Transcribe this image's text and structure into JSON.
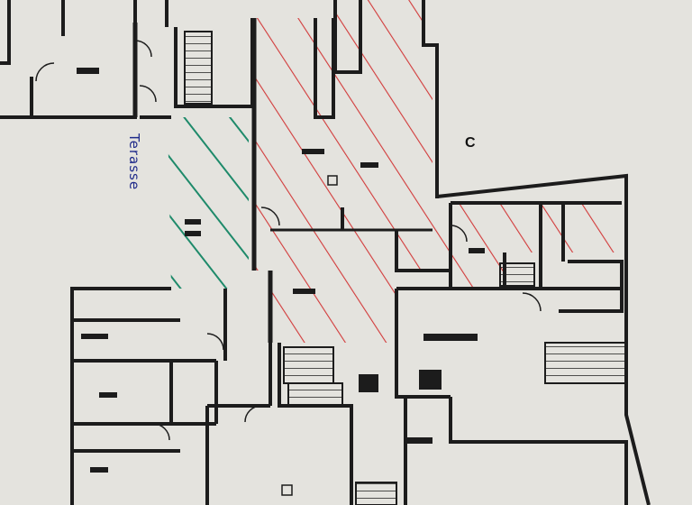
{
  "plan": {
    "annotations": {
      "terrace_label": "Terasse",
      "zone_label": "C"
    },
    "colors": {
      "paper": "#e4e3de",
      "walls": "#1c1c1c",
      "red_hatch": "#d23a3a",
      "green_hatch": "#1e8a6a",
      "handwriting": "#1f2a8a"
    },
    "zones": [
      {
        "name": "red-hatched-area",
        "color": "red"
      },
      {
        "name": "green-hatched-terrace",
        "color": "green"
      }
    ]
  }
}
